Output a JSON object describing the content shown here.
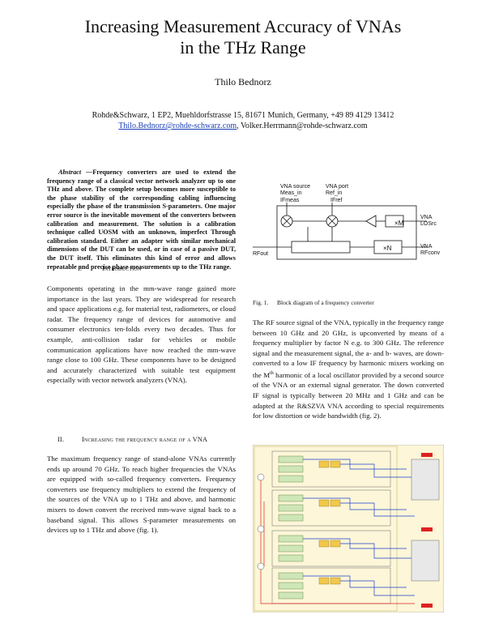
{
  "paper": {
    "title_line1": "Increasing Measurement Accuracy of VNAs",
    "title_line2": "in the THz Range",
    "author": "Thilo Bednorz",
    "affiliation": "Rohde&Schwarz, 1 EP2, Muehldorfstrasse 15, 81671 Munich, Germany, +49 89 4129 13412",
    "email1": "Thilo.Bednorz@rohde-schwarz.com",
    "email_sep": ", ",
    "email2": "Volker.Herrmann@rohde-schwarz.com"
  },
  "abstract": {
    "label": "Abstract",
    "dash": "—",
    "text": "Frequency converters are used to extend the frequency range of a classical vector network analyzer up to one THz and above. The complete setup becomes more susceptible to the phase stability of the corresponding cabling influencing especially the phase of the transmission S-parameters. One major error source is the inevitable movement of the converters between calibration and measurement. The solution is a calibration technique called UOSM with an unknown, imperfect Through calibration standard. Either an adapter with similar mechanical dimensions of the DUT can be used, or in case of a passive DUT, the DUT itself. This eliminates this kind of error and allows repeatable and precise phase measurements up to the THz range."
  },
  "section1": {
    "number": "I.",
    "title": "Introduction",
    "body": "Components operating in the mm-wave range gained more importance in the last years. They are widespread for research and space applications e.g. for material test, radiometers, or cloud radar. The frequency range of devices for automotive and consumer electronics ten-folds every two decades. Thus for example, anti-collision radar for vehicles or mobile communication applications have now reached the mm-wave range close to 100 GHz. These components have to be designed and accurately characterized with suitable test equipment especially with vector network analyzers (VNA)."
  },
  "section2": {
    "number": "II.",
    "title": "Increasing the frequency range of a VNA",
    "body": "The maximum frequency range of stand-alone VNAs currently ends up around 70 GHz. To reach higher frequencies the VNAs are equipped with so-called frequency converters. Frequency converters use frequency multipliers to extend the frequency of the sources of the VNA up to 1 THz and above, and harmonic mixers to down convert the received mm-wave signal back to a baseband signal. This allows S-parameter measurements on devices up to 1 THz and above (fig. 1)."
  },
  "figure1": {
    "caption_num": "Fig. 1.",
    "caption": "Block diagram of a frequency converter",
    "labels": {
      "vna_source": "VNA source",
      "meas_in": "Meas_in",
      "ifmeas": "IFmeas",
      "vna_port": "VNA port",
      "ref_in": "Ref_in",
      "ifref": "IFref",
      "xm": "×M",
      "xn": "×N",
      "vna_lo1": "VNA",
      "lo1": "LOSrc",
      "vna_lo2": "VNA",
      "lo2": "RFconv",
      "rfout": "RFout"
    }
  },
  "right_text": {
    "p1_a": "The RF source signal of the VNA, typically in the frequency range between 10 GHz and 20 GHz, is upconverted by means of a frequency multiplier by factor N e.g. to 300 GHz. The reference signal and the measurement signal, the a- and b- waves, are down-converted to a low IF frequency by harmonic mixers working on the M",
    "p1_sup": "th",
    "p1_b": " harmonic of a local oscillator provided by a second source of the VNA or an external signal generator. The down converted IF signal is typically between 20 MHz and 1 GHz and can be adapted at the R&SZVA VNA according to special requirements for low distortion or wide bandwidth (fig. 2)."
  },
  "colors": {
    "link": "#1a3fb5",
    "fig2_bg": "#fdf6d8",
    "fig2_block": "#cfe6b8",
    "fig2_blue": "#1b3fcf",
    "fig2_red": "#d22"
  }
}
